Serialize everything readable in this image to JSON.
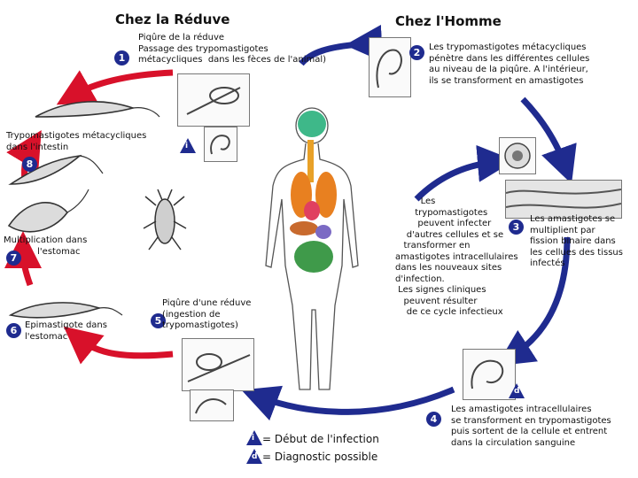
{
  "headers": {
    "reduve": "Chez la Réduve",
    "homme": "Chez l'Homme"
  },
  "steps": {
    "s1": {
      "num": "1",
      "text": "Piqûre de la réduve\nPassage des trypomastigotes\nmétacycliques  dans les fèces de l'animal)"
    },
    "s2": {
      "num": "2",
      "text": "Les trypomastigotes métacycliques\npénètre dans les différentes cellules\nau niveau de la piqûre. A l'intérieur,\nils se transforment en amastigotes"
    },
    "s3": {
      "num": "3",
      "text": "Les amastigotes se\nmultiplient par\nfission binaire dans\nles cellues des tissus\ninfectés"
    },
    "s4": {
      "num": "4",
      "text": "Les amastigotes intracellulaires\nse transforment en trypomastigotes\npuis sortent de la cellule et entrent\ndans la circulation sanguine"
    },
    "s5": {
      "num": "5",
      "text": "Piqûre d'une réduve\n(ingestion de\ntrypomastigotes)"
    },
    "s6": {
      "num": "6",
      "text": "Epimastigote dans\nl'estomac"
    },
    "s7": {
      "num": "7",
      "text": "Multiplication dans\n            l'estomac"
    },
    "s8": {
      "num": "8",
      "text": "Trypomastigotes métacycliques\ndans l'intestin"
    }
  },
  "center_text": "         Les\n       trypomastigotes\n        peuvent infecter\n    d'autres cellules et se\n   transformer en\namastigotes intracellulaires\ndans les nouveaux sites\nd'infection.\n Les signes cliniques\n   peuvent résulter\n    de ce cycle infectieux",
  "markers": {
    "i": "i",
    "d": "d"
  },
  "legend": {
    "i_text": "= Début de l'infection",
    "d_text": "= Diagnostic possible"
  },
  "colors": {
    "arrow_red": "#d8112a",
    "arrow_blue": "#1f2b8f",
    "badge": "#1f2b8f"
  }
}
